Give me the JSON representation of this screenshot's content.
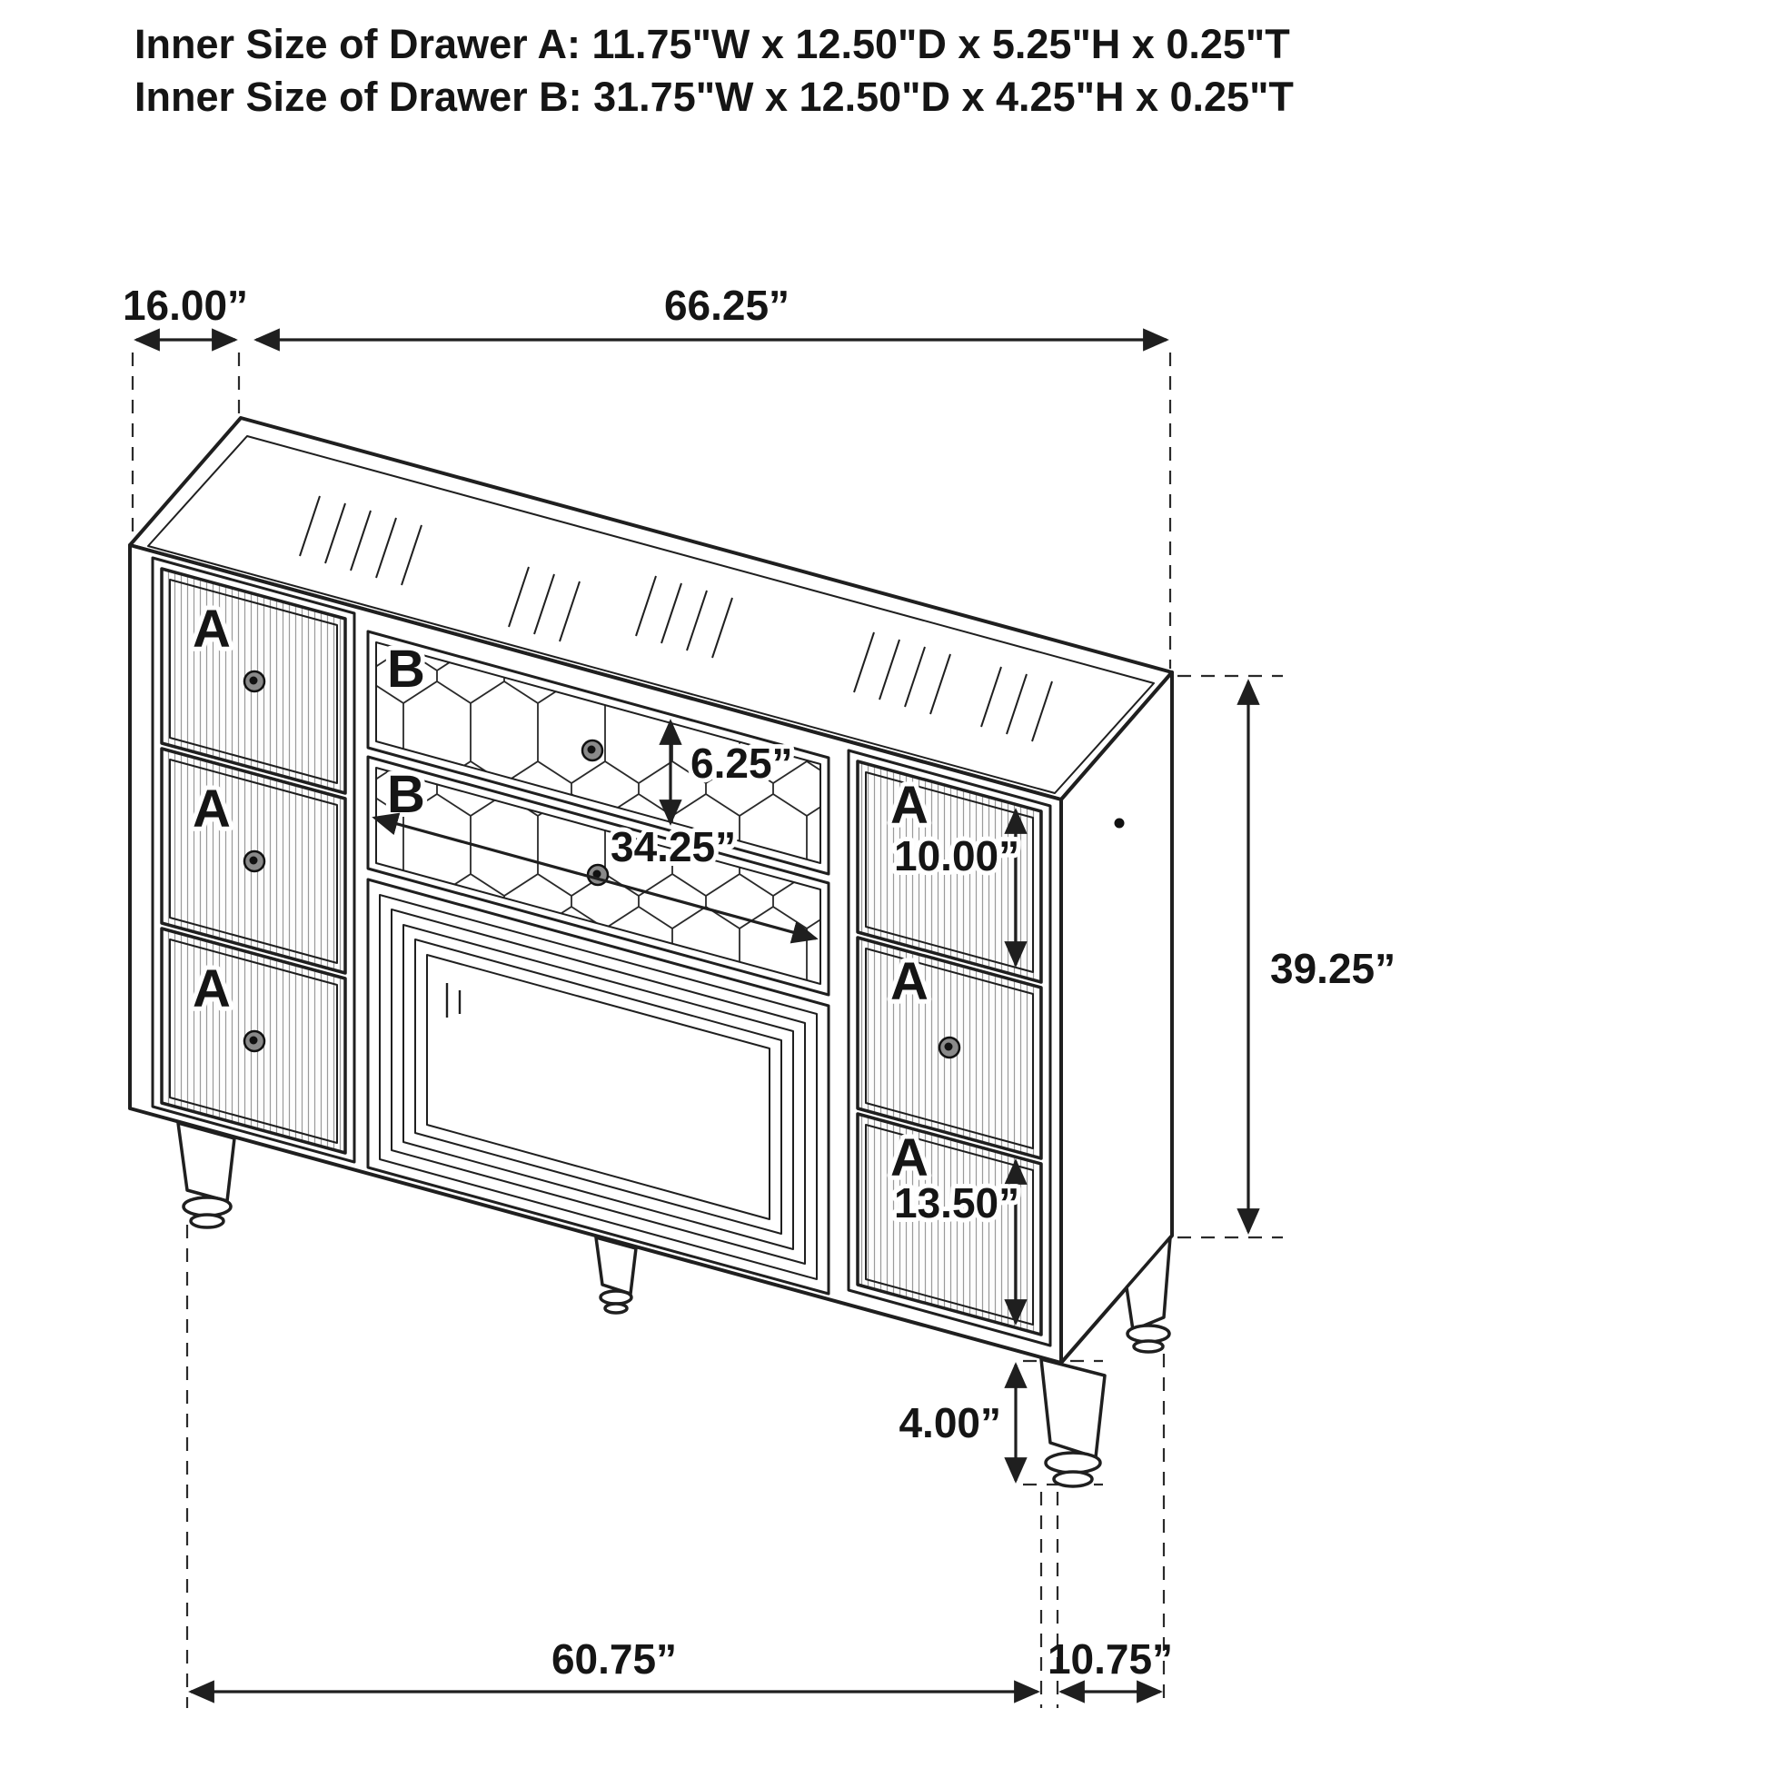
{
  "title_block": {
    "line1": "Inner Size of Drawer A: 11.75\"W x 12.50\"D x 5.25\"H x 0.25\"T",
    "line2": "Inner Size of Drawer B: 31.75\"W x 12.50\"D x 4.25\"H x 0.25\"T"
  },
  "drawer_labels": {
    "a": "A",
    "b": "B"
  },
  "dimensions": {
    "top_depth": "16.00”",
    "top_width": "66.25”",
    "drawer_b_front_height": "6.25”",
    "drawer_b_front_width": "34.25”",
    "right_top_drawer_height": "10.00”",
    "body_height": "39.25”",
    "right_bottom_drawer_height": "13.50”",
    "leg_height": "4.00”",
    "base_width": "60.75”",
    "base_depth": "10.75”"
  },
  "colors": {
    "label_red": "#e8232a",
    "line": "#1f1f1f"
  }
}
